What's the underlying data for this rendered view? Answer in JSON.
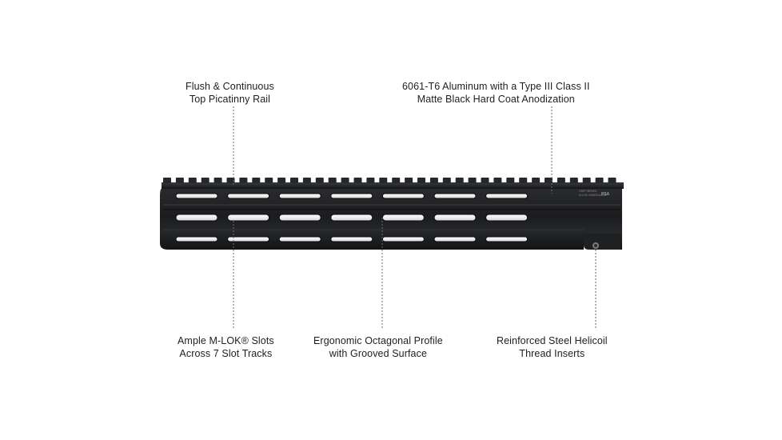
{
  "callouts": {
    "top_rail": {
      "line1": "Flush & Continuous",
      "line2": "Top Picatinny Rail"
    },
    "aluminum": {
      "line1": "6061-T6 Aluminum with a Type III Class II",
      "line2": "Matte Black Hard Coat Anodization"
    },
    "mlok": {
      "line1": "Ample M-LOK® Slots",
      "line2": "Across 7 Slot Tracks"
    },
    "profile": {
      "line1": "Ergonomic Octagonal Profile",
      "line2": "with Grooved Surface"
    },
    "helicoil": {
      "line1": "Reinforced Steel Helicoil",
      "line2": "Thread Inserts"
    }
  },
  "engraving": {
    "line1": "GRIP SERIES",
    "line2": "M-LOK HANDGUARD",
    "brand": "PSA"
  },
  "colors": {
    "anodized_body": "#1b1c1e",
    "leader_line": "#6a6a6a",
    "text": "#1e1e1e"
  }
}
